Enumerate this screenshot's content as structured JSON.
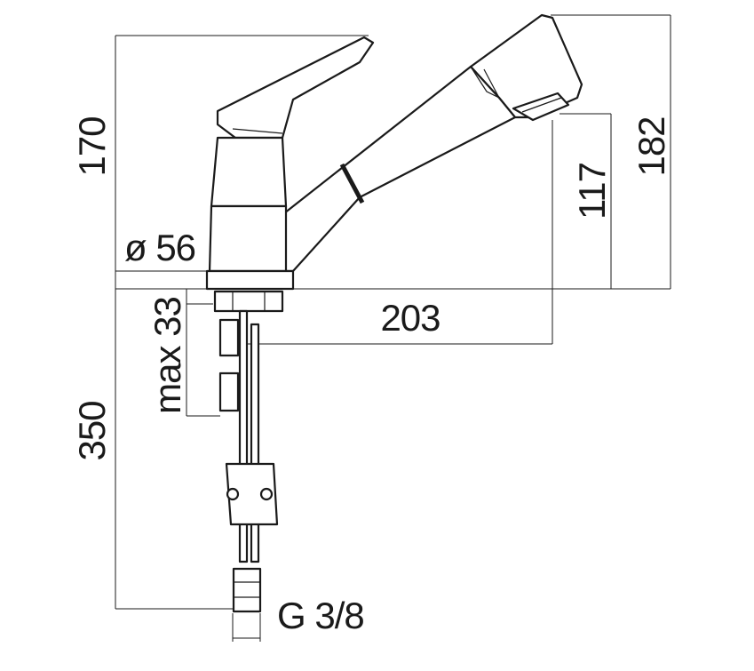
{
  "dimensions": {
    "height_total": "170",
    "height_spout": "182",
    "height_outlet": "117",
    "base_diameter": "ø 56",
    "reach": "203",
    "deck_thickness": "max 33",
    "hose_length": "350",
    "connection": "G 3/8"
  }
}
